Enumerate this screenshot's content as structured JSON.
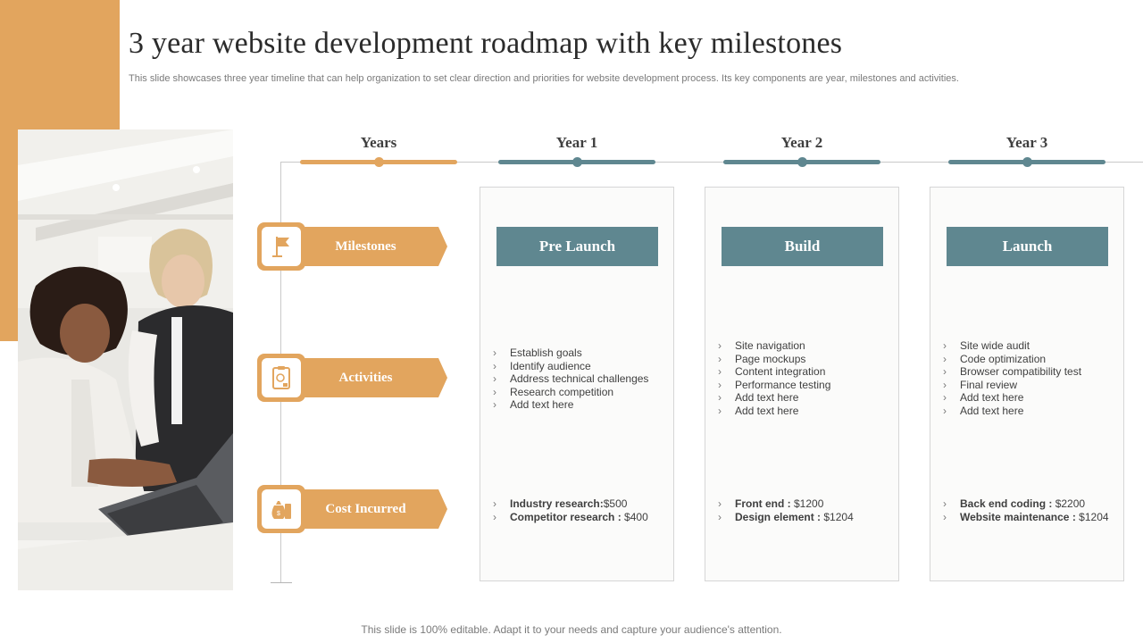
{
  "slide": {
    "title": "3 year website development roadmap with key milestones",
    "subtitle": "This slide showcases three year timeline that can help organization to set clear direction and priorities for website development process. Its key components are year, milestones and activities.",
    "footer": "This slide is 100% editable. Adapt it to your needs and capture your audience's attention."
  },
  "colors": {
    "accent": "#E2A55E",
    "teal": "#5F8790",
    "card_bg": "#fbfbfa"
  },
  "columns": {
    "label": "Years",
    "years": [
      "Year 1",
      "Year 2",
      "Year 3"
    ]
  },
  "rows": {
    "milestones": {
      "label": "Milestones",
      "icon": "flag-icon"
    },
    "activities": {
      "label": "Activities",
      "icon": "clipboard-icon"
    },
    "cost": {
      "label": "Cost Incurred",
      "icon": "money-bag-icon"
    }
  },
  "cards": [
    {
      "milestone": "Pre Launch",
      "activities": [
        "Establish goals",
        "Identify audience",
        "Address technical challenges",
        "Research competition",
        "Add text here"
      ],
      "costs": [
        {
          "label": "Industry research:",
          "value": "$500"
        },
        {
          "label": "Competitor research :",
          "value": "$400"
        }
      ]
    },
    {
      "milestone": "Build",
      "activities": [
        "Site navigation",
        "Page mockups",
        "Content integration",
        "Performance testing",
        "Add text here",
        "Add text here"
      ],
      "costs": [
        {
          "label": "Front end :",
          "value": "$1200"
        },
        {
          "label": "Design element :",
          "value": "$1204"
        }
      ]
    },
    {
      "milestone": "Launch",
      "activities": [
        "Site wide audit",
        "Code optimization",
        "Browser compatibility test",
        "Final review",
        "Add text here",
        "Add text here"
      ],
      "costs": [
        {
          "label": "Back end coding :",
          "value": "$2200"
        },
        {
          "label": "Website maintenance :",
          "value": "$1204"
        }
      ]
    }
  ]
}
